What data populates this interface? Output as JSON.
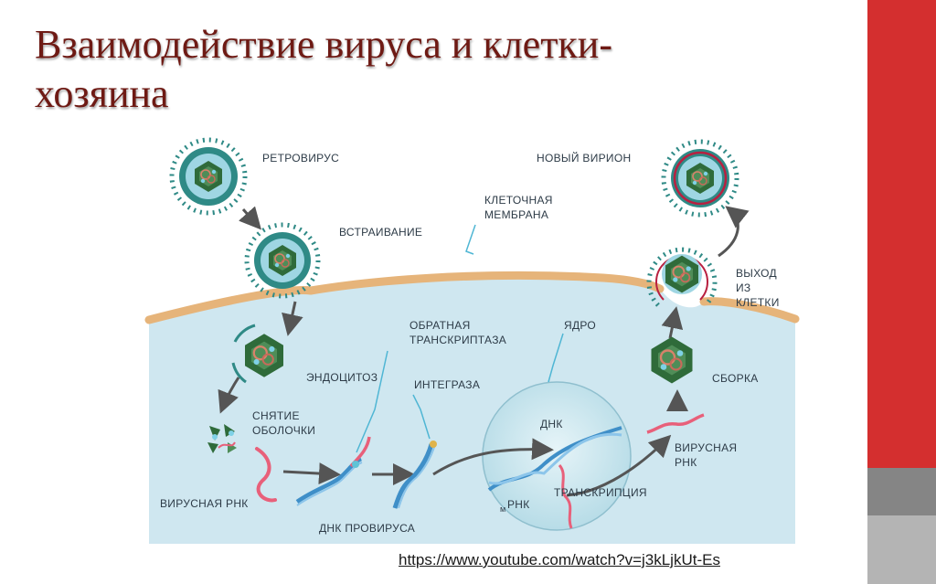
{
  "title_line1": "Взаимодействие  вируса и клетки-",
  "title_line2": "хозяина",
  "labels": {
    "retrovirus": "РЕТРОВИРУС",
    "new_virion": "НОВЫЙ ВИРИОН",
    "membrane_1": "КЛЕТОЧНАЯ",
    "membrane_2": "МЕМБРАНА",
    "insertion": "ВСТРАИВАНИЕ",
    "exit_1": "ВЫХОД",
    "exit_2": "ИЗ",
    "exit_3": "КЛЕТКИ",
    "rt_1": "ОБРАТНАЯ",
    "rt_2": "ТРАНСКРИПТАЗА",
    "nucleus": "ЯДРО",
    "endocytosis": "ЭНДОЦИТОЗ",
    "integrase": "ИНТЕГРАЗА",
    "assembly": "СБОРКА",
    "uncoat_1": "СНЯТИЕ",
    "uncoat_2": "ОБОЛОЧКИ",
    "dna": "ДНК",
    "viral_rna_right_1": "ВИРУСНАЯ",
    "viral_rna_right_2": "РНК",
    "viral_rna_left": "ВИРУСНАЯ РНК",
    "mrna_sub": "м",
    "mrna": "РНК",
    "transcription": "ТРАНСКРИПЦИЯ",
    "provirus_dna": "ДНК ПРОВИРУСА"
  },
  "link_text": "https://www.youtube.com/watch?v=j3kLjkUt-Es",
  "colors": {
    "title": "#6e1a14",
    "accent_red": "#d42f2f",
    "cell": "#cfe7f0",
    "membrane": "#e6b47a",
    "virus_coat": "#2f8a86",
    "capsid": "#2f6b3a",
    "rna": "#e8607a",
    "dna": "#3f8fc8"
  }
}
